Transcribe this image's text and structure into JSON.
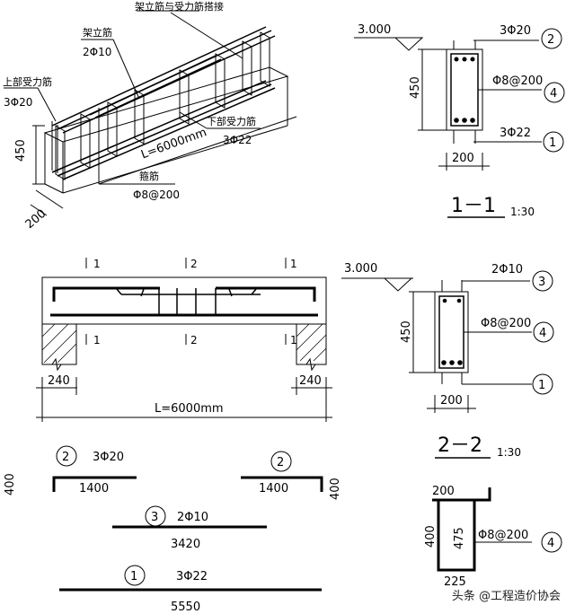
{
  "iso": {
    "label_erection_lap": "架立筋与受力筋搭接",
    "label_erection": "架立筋",
    "label_erection_spec": "2Φ10",
    "label_top_bar": "上部受力筋",
    "label_top_spec": "3Φ20",
    "label_height": "450",
    "label_length": "L=6000mm",
    "label_bottom_bar": "下部受力筋",
    "label_bottom_spec": "3Φ22",
    "label_stirrup": "箍筋",
    "label_stirrup_spec": "Φ8@200",
    "label_width": "200"
  },
  "section1": {
    "elevation": "3.000",
    "top_spec": "3Φ20",
    "top_mark": "2",
    "stirrup_spec": "Φ8@200",
    "stirrup_mark": "4",
    "bottom_spec": "3Φ22",
    "bottom_mark": "1",
    "height": "450",
    "width": "200",
    "title": "1－1",
    "scale": "1:30"
  },
  "elevation_view": {
    "cut1_top": "1",
    "cut2_top": "2",
    "cut3_top": "1",
    "cut1_bot": "1",
    "cut2_bot": "2",
    "cut3_bot": "1",
    "support_left": "240",
    "support_right": "240",
    "length": "L=6000mm"
  },
  "section2": {
    "elevation": "3.000",
    "top_spec": "2Φ10",
    "top_mark": "3",
    "stirrup_spec": "Φ8@200",
    "stirrup_mark": "4",
    "bottom_mark": "1",
    "height": "450",
    "width": "200",
    "title": "2－2",
    "scale": "1:30"
  },
  "bar_schedule": {
    "bar2_left_mark": "2",
    "bar2_left_spec": "3Φ20",
    "bar2_left_len": "1400",
    "bar2_left_hook": "400",
    "bar2_right_mark": "2",
    "bar2_right_len": "1400",
    "bar2_right_hook": "400",
    "bar3_mark": "3",
    "bar3_spec": "2Φ10",
    "bar3_len": "3420",
    "bar1_mark": "1",
    "bar1_spec": "3Φ22",
    "bar1_len": "5550",
    "stirrup_top": "200",
    "stirrup_left": "400",
    "stirrup_inner": "475",
    "stirrup_bottom": "225",
    "stirrup_spec": "Φ8@200",
    "stirrup_mark": "4"
  },
  "watermark": "头条 @工程造价协会"
}
